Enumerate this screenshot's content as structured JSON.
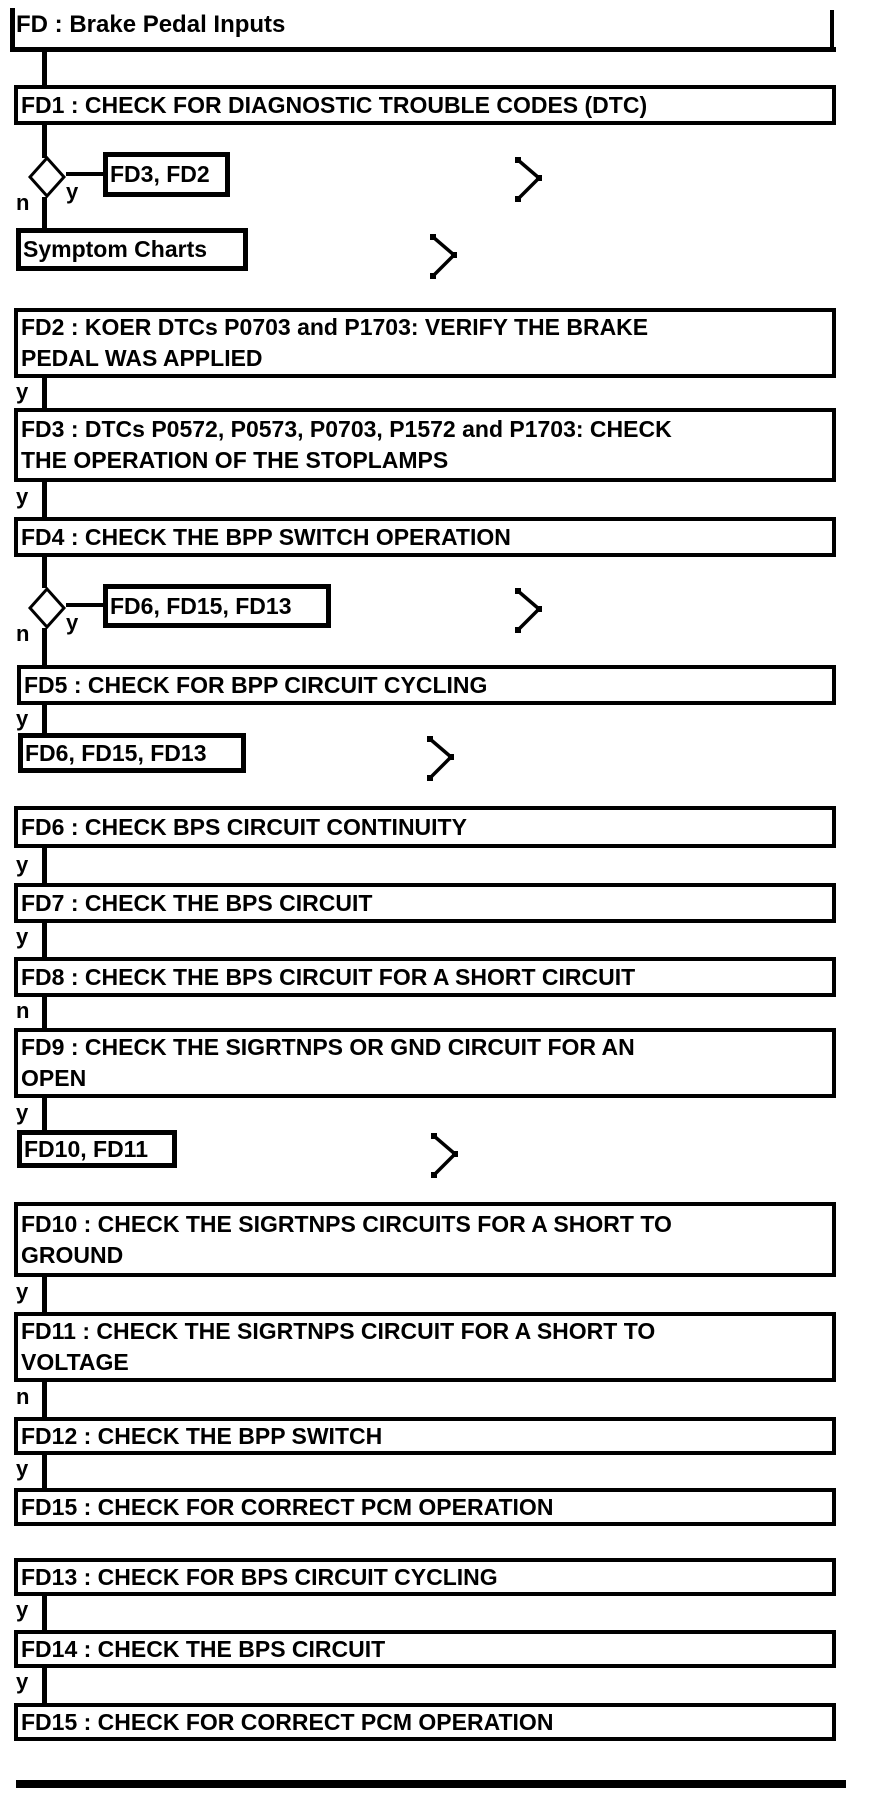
{
  "header": {
    "title": "FD : Brake Pedal Inputs"
  },
  "branch_labels": {
    "yes": "y",
    "no": "n"
  },
  "steps": {
    "fd1": "FD1 : CHECK FOR DIAGNOSTIC TROUBLE CODES (DTC)",
    "fd2": "FD2 : KOER DTCs P0703 and P1703: VERIFY THE BRAKE\nPEDAL WAS APPLIED",
    "fd3": "FD3 : DTCs P0572, P0573, P0703, P1572 and P1703: CHECK\nTHE OPERATION OF THE STOPLAMPS",
    "fd4": "FD4 : CHECK THE BPP SWITCH OPERATION",
    "fd5": "FD5 : CHECK FOR BPP CIRCUIT CYCLING",
    "fd6": "FD6 : CHECK BPS CIRCUIT CONTINUITY",
    "fd7": "FD7 : CHECK THE BPS CIRCUIT",
    "fd8": "FD8 : CHECK THE BPS CIRCUIT FOR A SHORT CIRCUIT",
    "fd9": "FD9 : CHECK THE SIGRTNPS OR GND CIRCUIT FOR AN\nOPEN",
    "fd10": "FD10 : CHECK THE SIGRTNPS CIRCUITS FOR A SHORT TO\nGROUND",
    "fd11": "FD11 : CHECK THE SIGRTNPS CIRCUIT FOR A SHORT TO\nVOLTAGE",
    "fd12": "FD12 : CHECK THE BPP SWITCH",
    "fd13": "FD13 : CHECK FOR BPS CIRCUIT CYCLING",
    "fd14": "FD14 : CHECK THE BPS CIRCUIT",
    "fd15": "FD15 : CHECK FOR CORRECT PCM OPERATION"
  },
  "references": {
    "fd1_yes": "FD3, FD2",
    "fd1_no": "Symptom Charts",
    "fd4_yes": "FD6, FD15, FD13",
    "fd5_yes": "FD6, FD15, FD13",
    "fd9_yes": "FD10, FD11"
  },
  "colors": {
    "ink": "#000000",
    "paper": "#ffffff"
  }
}
